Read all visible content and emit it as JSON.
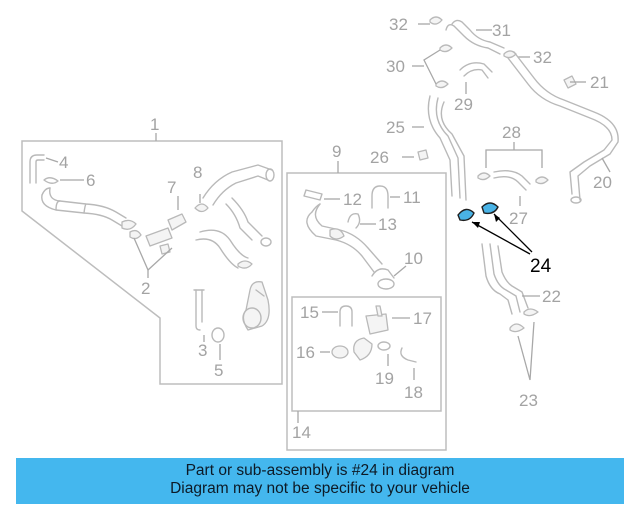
{
  "diagram": {
    "callouts": {
      "c1": "1",
      "c2": "2",
      "c3": "3",
      "c4": "4",
      "c5": "5",
      "c6": "6",
      "c7": "7",
      "c8": "8",
      "c9": "9",
      "c10": "10",
      "c11": "11",
      "c12": "12",
      "c13": "13",
      "c14": "14",
      "c15": "15",
      "c16": "16",
      "c17": "17",
      "c18": "18",
      "c19": "19",
      "c20": "20",
      "c21": "21",
      "c22": "22",
      "c23": "23",
      "c24": "24",
      "c25": "25",
      "c26": "26",
      "c27": "27",
      "c28": "28",
      "c29": "29",
      "c30": "30",
      "c31": "31",
      "c32a": "32",
      "c32b": "32"
    },
    "highlight_part": "24",
    "colors": {
      "line_art": "#b9b9b9",
      "label_text": "#a3a3a3",
      "highlight_fill": "#49b3e6",
      "highlight_text": "#000000",
      "banner_bg": "#44b7ee"
    }
  },
  "banner": {
    "line1": "Part or sub-assembly is #24 in diagram",
    "line2": "Diagram may not be specific to your vehicle"
  }
}
